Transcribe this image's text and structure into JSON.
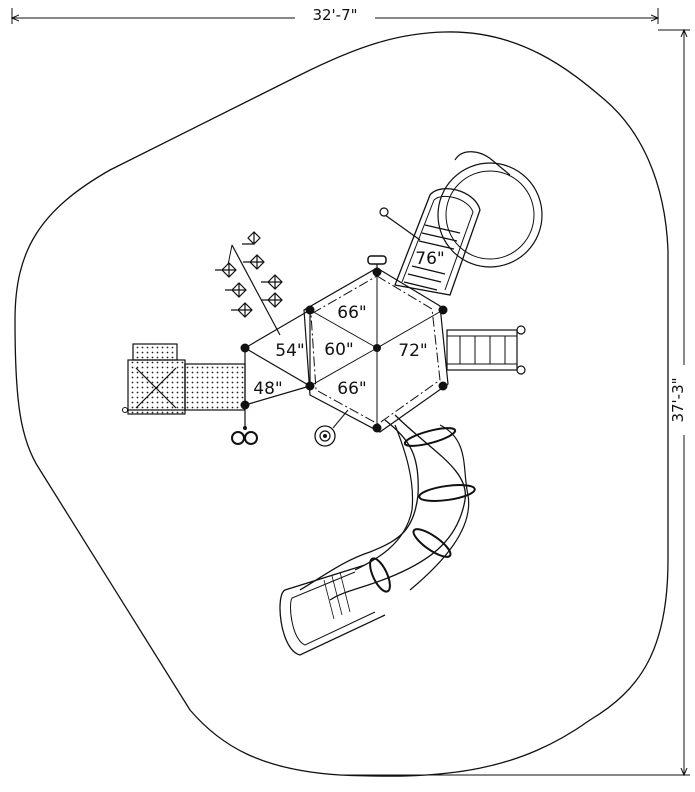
{
  "dimensions": {
    "width": "32'-7\"",
    "height": "37'-3\""
  },
  "deck_heights": {
    "upper_left_triangle": "66\"",
    "lower_left_triangle": "66\"",
    "center_triangle": "60\"",
    "left_triangle": "54\"",
    "entry_platform": "48\"",
    "right_hexagon_half": "72\"",
    "slide_deck": "76\""
  },
  "icons": [
    "ladder-icon",
    "tree-climber-icon",
    "tube-slide-icon",
    "straight-slide-icon",
    "steering-wheel-icon",
    "ring-handles-icon",
    "step-platform-icon"
  ]
}
